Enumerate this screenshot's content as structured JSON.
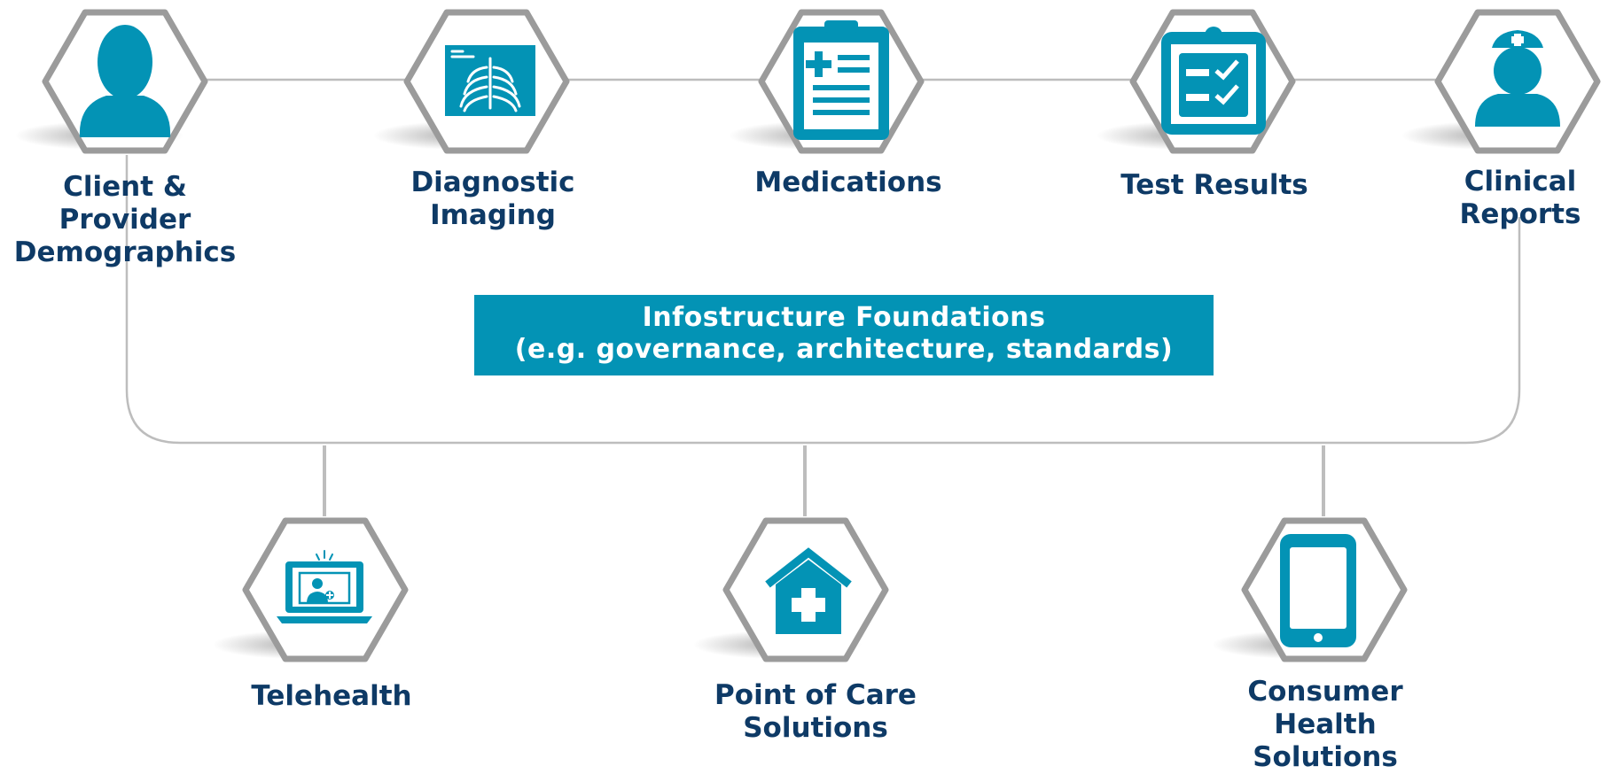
{
  "colors": {
    "accent": "#0393b5",
    "label": "#0e3a66",
    "hex_border": "#9b9b9b",
    "connector": "#bdbdbd"
  },
  "top_row": [
    {
      "id": "client",
      "icon": "person-icon",
      "label_lines": [
        "Client &",
        "Provider",
        "Demographics"
      ]
    },
    {
      "id": "imaging",
      "icon": "xray-icon",
      "label_lines": [
        "Diagnostic",
        "Imaging"
      ]
    },
    {
      "id": "medications",
      "icon": "medical-chart-icon",
      "label_lines": [
        "Medications"
      ]
    },
    {
      "id": "test-results",
      "icon": "clipboard-checklist-icon",
      "label_lines": [
        "Test Results"
      ]
    },
    {
      "id": "clinical-reports",
      "icon": "nurse-icon",
      "label_lines": [
        "Clinical",
        "Reports"
      ]
    }
  ],
  "foundation": {
    "line1": "Infostructure Foundations",
    "line2": "(e.g. governance, architecture, standards)"
  },
  "bottom_row": [
    {
      "id": "telehealth",
      "icon": "laptop-doctor-icon",
      "label_lines": [
        "Telehealth"
      ]
    },
    {
      "id": "point-of-care",
      "icon": "house-cross-icon",
      "label_lines": [
        "Point of Care",
        "Solutions"
      ]
    },
    {
      "id": "consumer-health",
      "icon": "smartphone-icon",
      "label_lines": [
        "Consumer",
        "Health",
        "Solutions"
      ]
    }
  ]
}
